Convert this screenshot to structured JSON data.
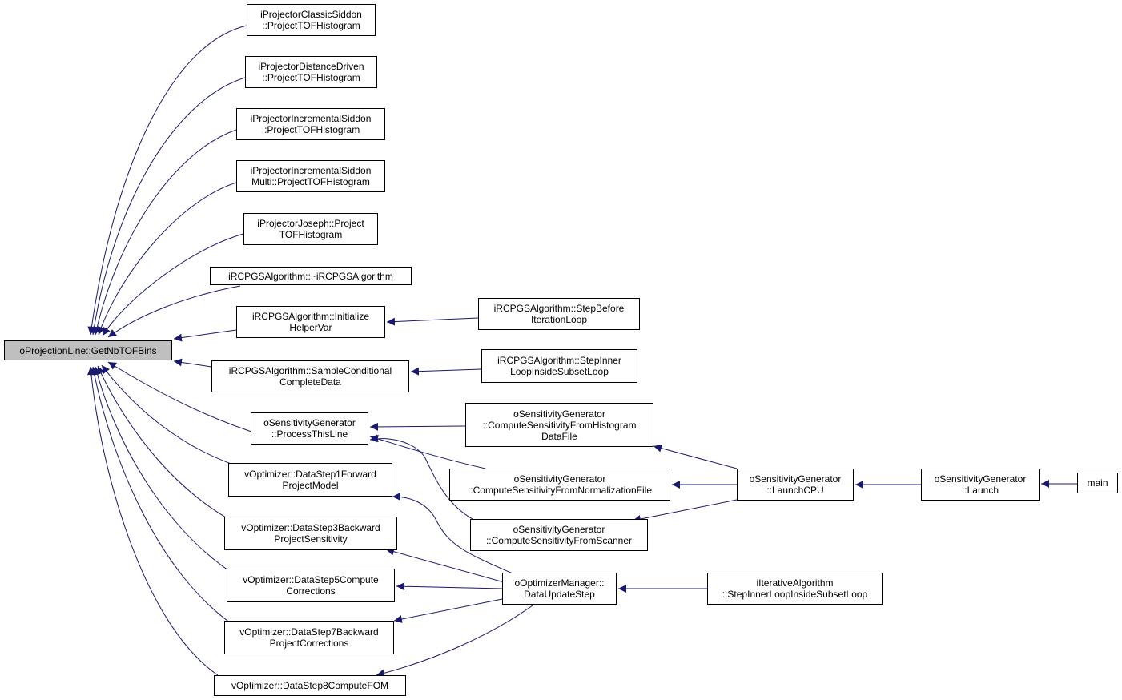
{
  "graph": {
    "root": "oProjectionLine::GetNbTOFBins",
    "nodes": [
      {
        "id": "root",
        "lines": [
          "oProjectionLine::GetNbTOFBins"
        ]
      },
      {
        "id": "n1",
        "lines": [
          "iProjectorClassicSiddon",
          "::ProjectTOFHistogram"
        ]
      },
      {
        "id": "n2",
        "lines": [
          "iProjectorDistanceDriven",
          "::ProjectTOFHistogram"
        ]
      },
      {
        "id": "n3",
        "lines": [
          "iProjectorIncrementalSiddon",
          "::ProjectTOFHistogram"
        ]
      },
      {
        "id": "n4",
        "lines": [
          "iProjectorIncrementalSiddon",
          "Multi::ProjectTOFHistogram"
        ]
      },
      {
        "id": "n5",
        "lines": [
          "iProjectorJoseph::Project",
          "TOFHistogram"
        ]
      },
      {
        "id": "n6",
        "lines": [
          "iRCPGSAlgorithm::~iRCPGSAlgorithm"
        ]
      },
      {
        "id": "n7",
        "lines": [
          "iRCPGSAlgorithm::Initialize",
          "HelperVar"
        ]
      },
      {
        "id": "n8",
        "lines": [
          "iRCPGSAlgorithm::SampleConditional",
          "CompleteData"
        ]
      },
      {
        "id": "n9",
        "lines": [
          "oSensitivityGenerator",
          "::ProcessThisLine"
        ]
      },
      {
        "id": "n10",
        "lines": [
          "vOptimizer::DataStep1Forward",
          "ProjectModel"
        ]
      },
      {
        "id": "n11",
        "lines": [
          "vOptimizer::DataStep3Backward",
          "ProjectSensitivity"
        ]
      },
      {
        "id": "n12",
        "lines": [
          "vOptimizer::DataStep5Compute",
          "Corrections"
        ]
      },
      {
        "id": "n13",
        "lines": [
          "vOptimizer::DataStep7Backward",
          "ProjectCorrections"
        ]
      },
      {
        "id": "n14",
        "lines": [
          "vOptimizer::DataStep8ComputeFOM"
        ]
      },
      {
        "id": "n15",
        "lines": [
          "iRCPGSAlgorithm::StepBefore",
          "IterationLoop"
        ]
      },
      {
        "id": "n16",
        "lines": [
          "iRCPGSAlgorithm::StepInner",
          "LoopInsideSubsetLoop"
        ]
      },
      {
        "id": "n17",
        "lines": [
          "oSensitivityGenerator",
          "::ComputeSensitivityFromHistogram",
          "DataFile"
        ]
      },
      {
        "id": "n18",
        "lines": [
          "oSensitivityGenerator",
          "::ComputeSensitivityFromNormalizationFile"
        ]
      },
      {
        "id": "n19",
        "lines": [
          "oSensitivityGenerator",
          "::ComputeSensitivityFromScanner"
        ]
      },
      {
        "id": "n20",
        "lines": [
          "oOptimizerManager::",
          "DataUpdateStep"
        ]
      },
      {
        "id": "n21",
        "lines": [
          "oSensitivityGenerator",
          "::LaunchCPU"
        ]
      },
      {
        "id": "n22",
        "lines": [
          "iIterativeAlgorithm",
          "::StepInnerLoopInsideSubsetLoop"
        ]
      },
      {
        "id": "n23",
        "lines": [
          "oSensitivityGenerator",
          "::Launch"
        ]
      },
      {
        "id": "n24",
        "lines": [
          "main"
        ]
      }
    ],
    "edges": [
      [
        "n1",
        "root"
      ],
      [
        "n2",
        "root"
      ],
      [
        "n3",
        "root"
      ],
      [
        "n4",
        "root"
      ],
      [
        "n5",
        "root"
      ],
      [
        "n6",
        "root"
      ],
      [
        "n7",
        "root"
      ],
      [
        "n8",
        "root"
      ],
      [
        "n9",
        "root"
      ],
      [
        "n10",
        "root"
      ],
      [
        "n11",
        "root"
      ],
      [
        "n12",
        "root"
      ],
      [
        "n13",
        "root"
      ],
      [
        "n14",
        "root"
      ],
      [
        "n15",
        "n7"
      ],
      [
        "n16",
        "n8"
      ],
      [
        "n17",
        "n9"
      ],
      [
        "n18",
        "n9"
      ],
      [
        "n19",
        "n9"
      ],
      [
        "n20",
        "n10"
      ],
      [
        "n20",
        "n11"
      ],
      [
        "n20",
        "n12"
      ],
      [
        "n20",
        "n13"
      ],
      [
        "n20",
        "n14"
      ],
      [
        "n21",
        "n17"
      ],
      [
        "n21",
        "n18"
      ],
      [
        "n21",
        "n19"
      ],
      [
        "n22",
        "n20"
      ],
      [
        "n23",
        "n21"
      ],
      [
        "n24",
        "n23"
      ]
    ],
    "colors": {
      "edge": "#191970",
      "root_fill": "#bfbfbf",
      "node_fill": "#ffffff",
      "border": "#000000"
    }
  }
}
